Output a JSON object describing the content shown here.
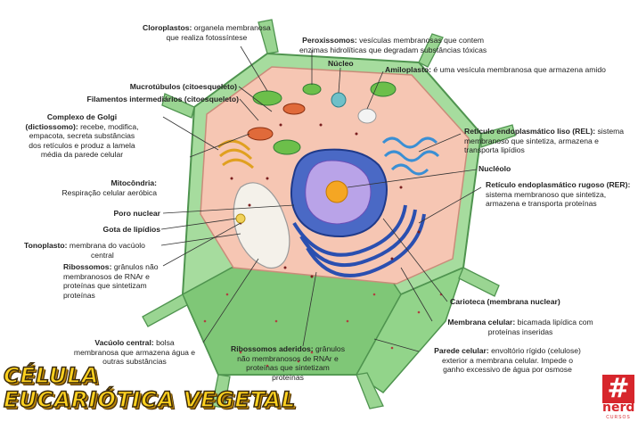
{
  "title": {
    "line1": "CÉLULA",
    "line2": "EUCARIÓTICA VEGETAL"
  },
  "logo": {
    "mark": "#",
    "word": "nerd",
    "sub": "CURSOS"
  },
  "labels": {
    "cloroplastos": {
      "name": "Cloroplastos:",
      "desc1": " organela membranosa",
      "desc2": "que realiza fotossíntese"
    },
    "peroxissomos": {
      "name": "Peroxissomos:",
      "desc1": " vesículas membranosas que contem",
      "desc2": "enzimas hidrolíticas que degradam substâncias tóxicas"
    },
    "nucleo": {
      "name": "Núcleo"
    },
    "amiloplasto": {
      "name": "Amiloplasto:",
      "desc1": " é uma vesícula membranosa que armazena amido"
    },
    "microtubulos": {
      "name": "Mucrotúbulos (citoesqueleto)"
    },
    "filamentos": {
      "name": "Filamentos intermediários (citoesqueleto)"
    },
    "golgi": {
      "name1": "Complexo de Golgi",
      "name2": "(dictiossomo):",
      "desc1": " recebe, modifica,",
      "desc2": "empacota, secreta substâncias",
      "desc3": "dos retículos e produz a lamela",
      "desc4": "média da parede celular"
    },
    "mitocondria": {
      "name": "Mitocôndria:",
      "desc1": "Respiração celular aeróbica"
    },
    "poro": {
      "name": "Poro nuclear"
    },
    "gota": {
      "name": "Gota de lipídios"
    },
    "tonoplasto": {
      "name": "Tonoplasto:",
      "desc1": " membrana do vacúolo",
      "desc2": "central"
    },
    "ribossomos": {
      "name": "Ribossomos:",
      "desc1": " grânulos não",
      "desc2": "membranosos de RNAr e",
      "desc3": "proteínas que sintetizam",
      "desc4": "proteínas"
    },
    "vacuolo": {
      "name": "Vacúolo central:",
      "desc1": " bolsa",
      "desc2": "membranosa que armazena água e",
      "desc3": "outras substâncias"
    },
    "rib_aderidos": {
      "name": "Ribossomos aderidos:",
      "desc1": " grânulos",
      "desc2": "não membranosos de RNAr e",
      "desc3": "proteínas que sintetizam",
      "desc4": "proteínas"
    },
    "rel": {
      "name": "Retículo endoplasmático liso (REL):",
      "desc1": " sistema",
      "desc2": "membranoso que sintetiza, armazena e",
      "desc3": "transporta lipídios"
    },
    "nucleolo": {
      "name": "Nucléolo"
    },
    "rer": {
      "name": "Retículo endoplasmático rugoso (RER):",
      "desc1": "sistema membranoso que sintetiza,",
      "desc2": "armazena e transporta proteínas"
    },
    "carioteca": {
      "name": "Carioteca (membrana nuclear)"
    },
    "membrana": {
      "name": "Membrana celular:",
      "desc1": " bicamada lipídica com",
      "desc2": "proteínas inseridas"
    },
    "parede": {
      "name": "Parede celular:",
      "desc1": " envoltório rígido (celulose)",
      "desc2": "exterior a membrana  celular. Impede o",
      "desc3": "ganho excessivo de água por osmose"
    }
  },
  "colors": {
    "wall": "#8fd18a",
    "wall_dark": "#5aa35a",
    "cytoplasm": "#f6c8b8",
    "nucleus": "#3f5db8",
    "nucleolus": "#f5a623",
    "vacuole": "#f0ede6",
    "er": "#2a4fb0",
    "golgi": "#f0b23a"
  }
}
